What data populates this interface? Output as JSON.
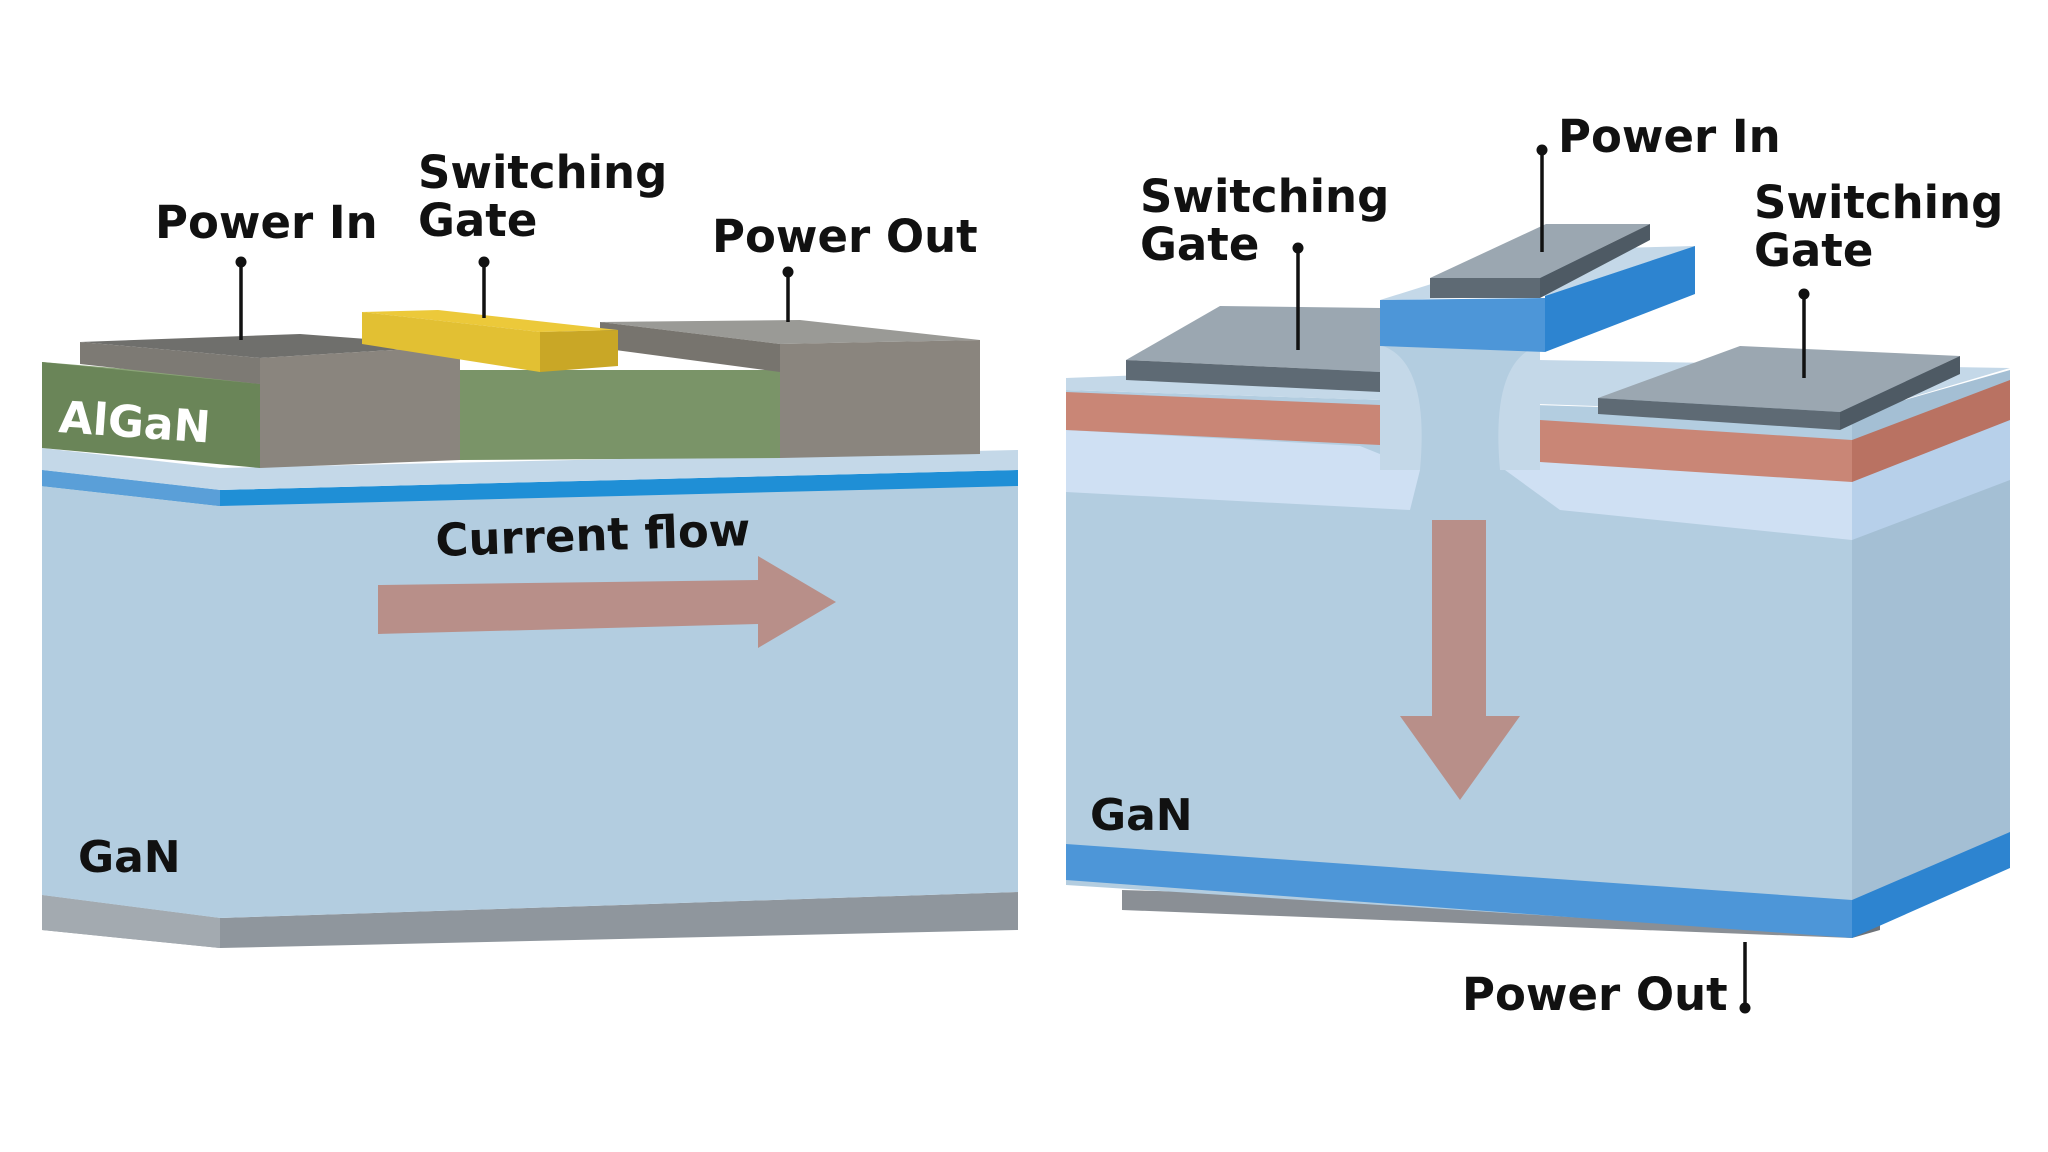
{
  "left_device": {
    "label_power_in": "Power In",
    "label_gate_line1": "Switching",
    "label_gate_line2": "Gate",
    "label_power_out": "Power Out",
    "label_barrier": "AlGaN",
    "label_substrate": "GaN",
    "label_current": "Current flow"
  },
  "right_device": {
    "label_power_in": "Power In",
    "label_gate_left_line1": "Switching",
    "label_gate_left_line2": "Gate",
    "label_gate_right_line1": "Switching",
    "label_gate_right_line2": "Gate",
    "label_substrate": "GaN",
    "label_power_out": "Power Out"
  },
  "colors": {
    "gan_body": "#b3cde0",
    "gan_side": "#9fbcd3",
    "channel_blue": "#1f8fd6",
    "algan_green": "#7a9468",
    "algan_green_front": "#6a8558",
    "contact_grey": "#8a857e",
    "contact_top": "#9a9a96",
    "gate_yellow": "#e2c033",
    "gate_yellow_front": "#c9a726",
    "arrow": "#b88f89",
    "p_layer": "#c98676",
    "drift_light": "#cfe0f3",
    "electrode_top": "#9ba7b1",
    "electrode_front": "#5e6a74",
    "bottom_blue": "#4d96d8",
    "base_grey": "#8f969d"
  }
}
